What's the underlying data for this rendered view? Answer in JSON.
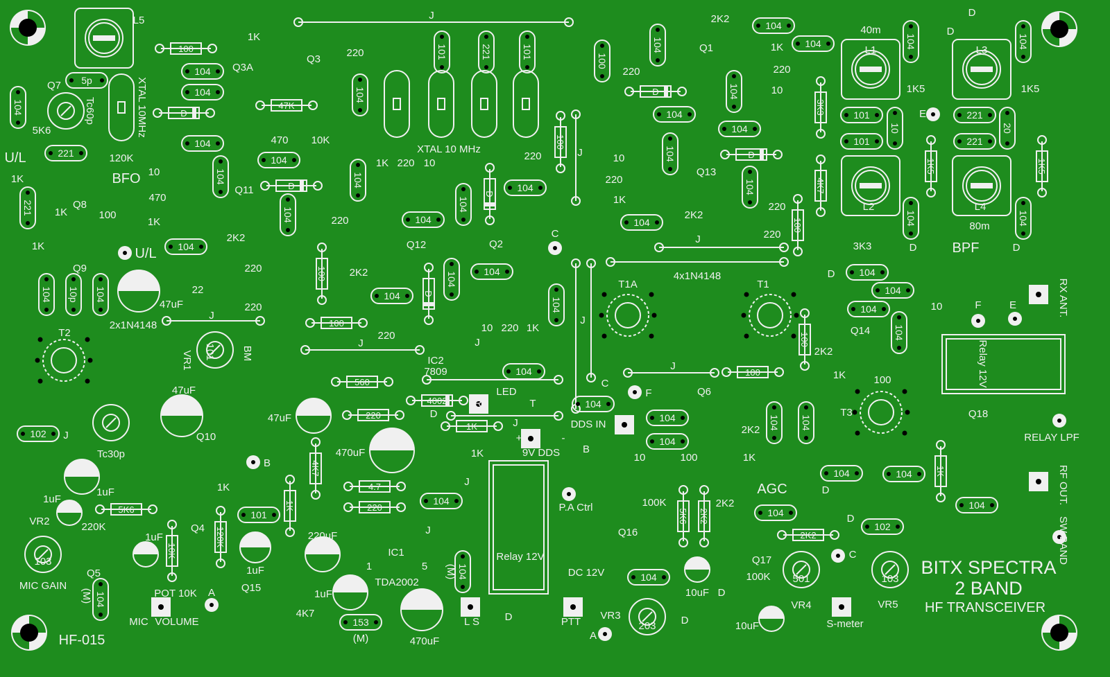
{
  "colors": {
    "board": "#1e8c1e",
    "silkscreen": "#f0f0f0",
    "drill": "#000000"
  },
  "title": {
    "line1": "BITX SPECTRA",
    "line2": "2 BAND",
    "line3": "HF TRANSCEIVER"
  },
  "labels": [
    "L5",
    "5p",
    "Q7",
    "104",
    "5K6",
    "Tc60p",
    "XTAL 10MHz",
    "U/L",
    "221",
    "120K",
    "1K",
    "BFO",
    "221",
    "Q8",
    "1K",
    "100",
    "1K",
    "Q9",
    "U/L",
    "104",
    "10p",
    "104",
    "47uF",
    "2x1N4148",
    "T2",
    "VR1",
    "101",
    "BM",
    "47uF",
    "102",
    "J",
    "Tc30p",
    "Q10",
    "B",
    "1K",
    "1uF",
    "1uF",
    "5K6",
    "VR2",
    "220K",
    "103",
    "1uF",
    "Q4",
    "10K",
    "120K",
    "Q5",
    "MIC GAIN",
    "104",
    "(M)",
    "POT 10K",
    "A",
    "MIC",
    "VOLUME",
    "Q15",
    "1uF",
    "HF-015",
    "100",
    "1K",
    "104",
    "104",
    "D",
    "104",
    "104",
    "104",
    "10",
    "470",
    "1K",
    "Q3A",
    "Q3",
    "220",
    "47K",
    "470",
    "10K",
    "104",
    "Q11",
    "D",
    "104",
    "220",
    "2K2",
    "22",
    "220",
    "220",
    "J",
    "J",
    "101",
    "221",
    "101",
    "104",
    "XTAL 10 MHz",
    "104",
    "1K",
    "220",
    "10",
    "D",
    "220",
    "104",
    "104",
    "104",
    "Q12",
    "2K2",
    "Q2",
    "C",
    "100",
    "104",
    "104",
    "104",
    "D",
    "100",
    "220",
    "10",
    "220",
    "1K",
    "104",
    "J",
    "J",
    "IC2",
    "7809",
    "104",
    "560",
    "LED",
    "4002",
    "R",
    "T",
    "47uF",
    "220",
    "D",
    "1K",
    "J",
    "9V DDS",
    "1K",
    "470uF",
    "4K7",
    "1K",
    "4.7",
    "220",
    "104",
    "101",
    "J",
    "J",
    "220uF",
    "IC1",
    "1",
    "5",
    "TDA2002",
    "1uF",
    "153",
    "(M)",
    "4K7",
    "470uF",
    "104",
    "(M)",
    "Relay 12V",
    "D",
    "L S",
    "PTT",
    "B",
    "P.A Ctrl",
    "DC 12V",
    "VR3",
    "A",
    "203",
    "DDS IN",
    "104",
    "C",
    "F",
    "J",
    "J",
    "100",
    "T1A",
    "4x1N4148",
    "T1",
    "J",
    "J",
    "100",
    "220",
    "104",
    "D",
    "104",
    "2K2",
    "Q1",
    "104",
    "104",
    "1K",
    "220",
    "10",
    "104",
    "104",
    "D",
    "3K3",
    "4K7",
    "10",
    "220",
    "1K",
    "104",
    "Q13",
    "104",
    "220",
    "104",
    "2K2",
    "220",
    "100",
    "D",
    "104",
    "104",
    "104",
    "10",
    "F",
    "E",
    "RX ANT.",
    "100",
    "2K2",
    "Q14",
    "104",
    "Relay 12V",
    "100",
    "1K",
    "100",
    "T3",
    "Q18",
    "RELAY LPF",
    "Q6",
    "104",
    "104",
    "2K2",
    "104",
    "104",
    "10",
    "100",
    "1K",
    "AGC",
    "D",
    "104",
    "D",
    "104",
    "1K",
    "104",
    "RF OUT.",
    "100K",
    "5K6",
    "2K2",
    "2K2",
    "104",
    "Q16",
    "2K2",
    "102",
    "SW BAND",
    "Q17",
    "100K",
    "104",
    "10uF",
    "D",
    "C",
    "VR4",
    "501",
    "S-meter",
    "10uF",
    "D",
    "VR5",
    "103",
    "40m",
    "L1",
    "L2",
    "L3",
    "L4",
    "80m",
    "101",
    "101",
    "10",
    "221",
    "221",
    "20",
    "1K5",
    "1K5",
    "104",
    "104",
    "D",
    "D",
    "1K5",
    "1K5",
    "E",
    "104",
    "104",
    "3K3",
    "BPF",
    "D",
    "D",
    "+",
    "-"
  ]
}
